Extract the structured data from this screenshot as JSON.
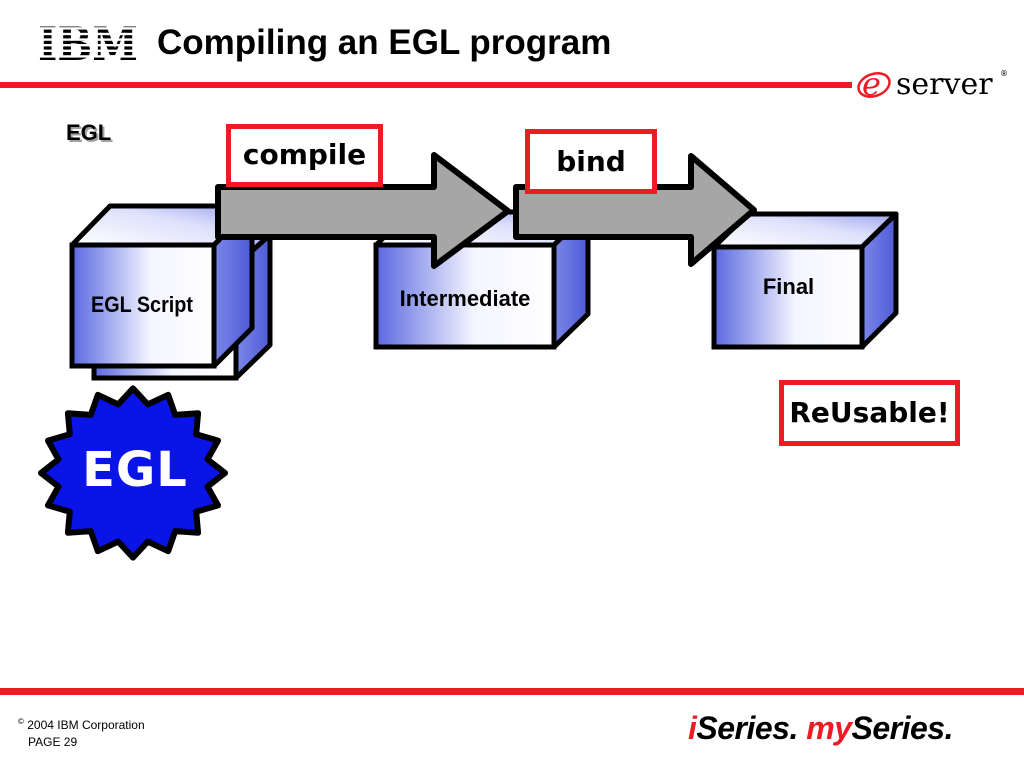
{
  "header": {
    "logo": "IBM",
    "title": "Compiling an EGL program",
    "server_logo_e": "e",
    "server_logo_word": "server",
    "server_logo_mark": "®"
  },
  "section_label": "EGL",
  "diagram": {
    "boxes": [
      {
        "label": "EGL Script"
      },
      {
        "label": "Intermediate"
      },
      {
        "label": "Final"
      }
    ],
    "steps": [
      {
        "label": "compile"
      },
      {
        "label": "bind"
      }
    ],
    "callout": "ReUsable!",
    "badge": "EGL"
  },
  "colors": {
    "accent_red": "#ed1c24",
    "badge_blue": "#0a14e6",
    "cube_blue": "#5a68e0",
    "arrow_gray": "#a6a6a6"
  },
  "footer": {
    "copyright_symbol": "©",
    "copyright": "2004 IBM Corporation",
    "page": "PAGE 29",
    "brand_i": "i",
    "brand_series1": "Series.",
    "brand_my": "my",
    "brand_series2": "Series."
  }
}
